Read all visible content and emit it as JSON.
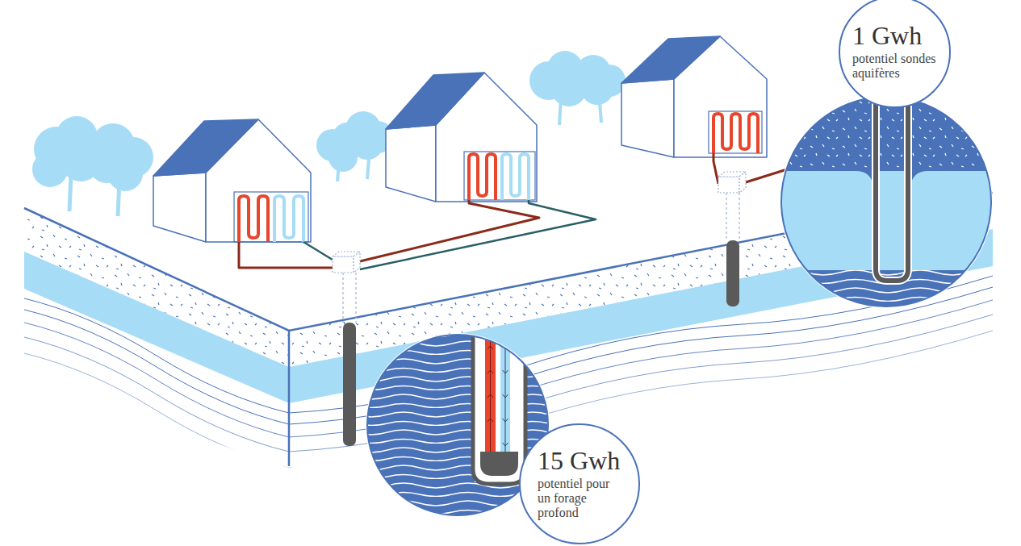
{
  "diagram": {
    "nodes": [
      {
        "text": [
          "1 Gwh",
          "potentiel sondes aquifères"
        ]
      },
      {
        "text": [
          "15 Gwh",
          "potentiel pour un forage profond"
        ]
      }
    ]
  }
}
